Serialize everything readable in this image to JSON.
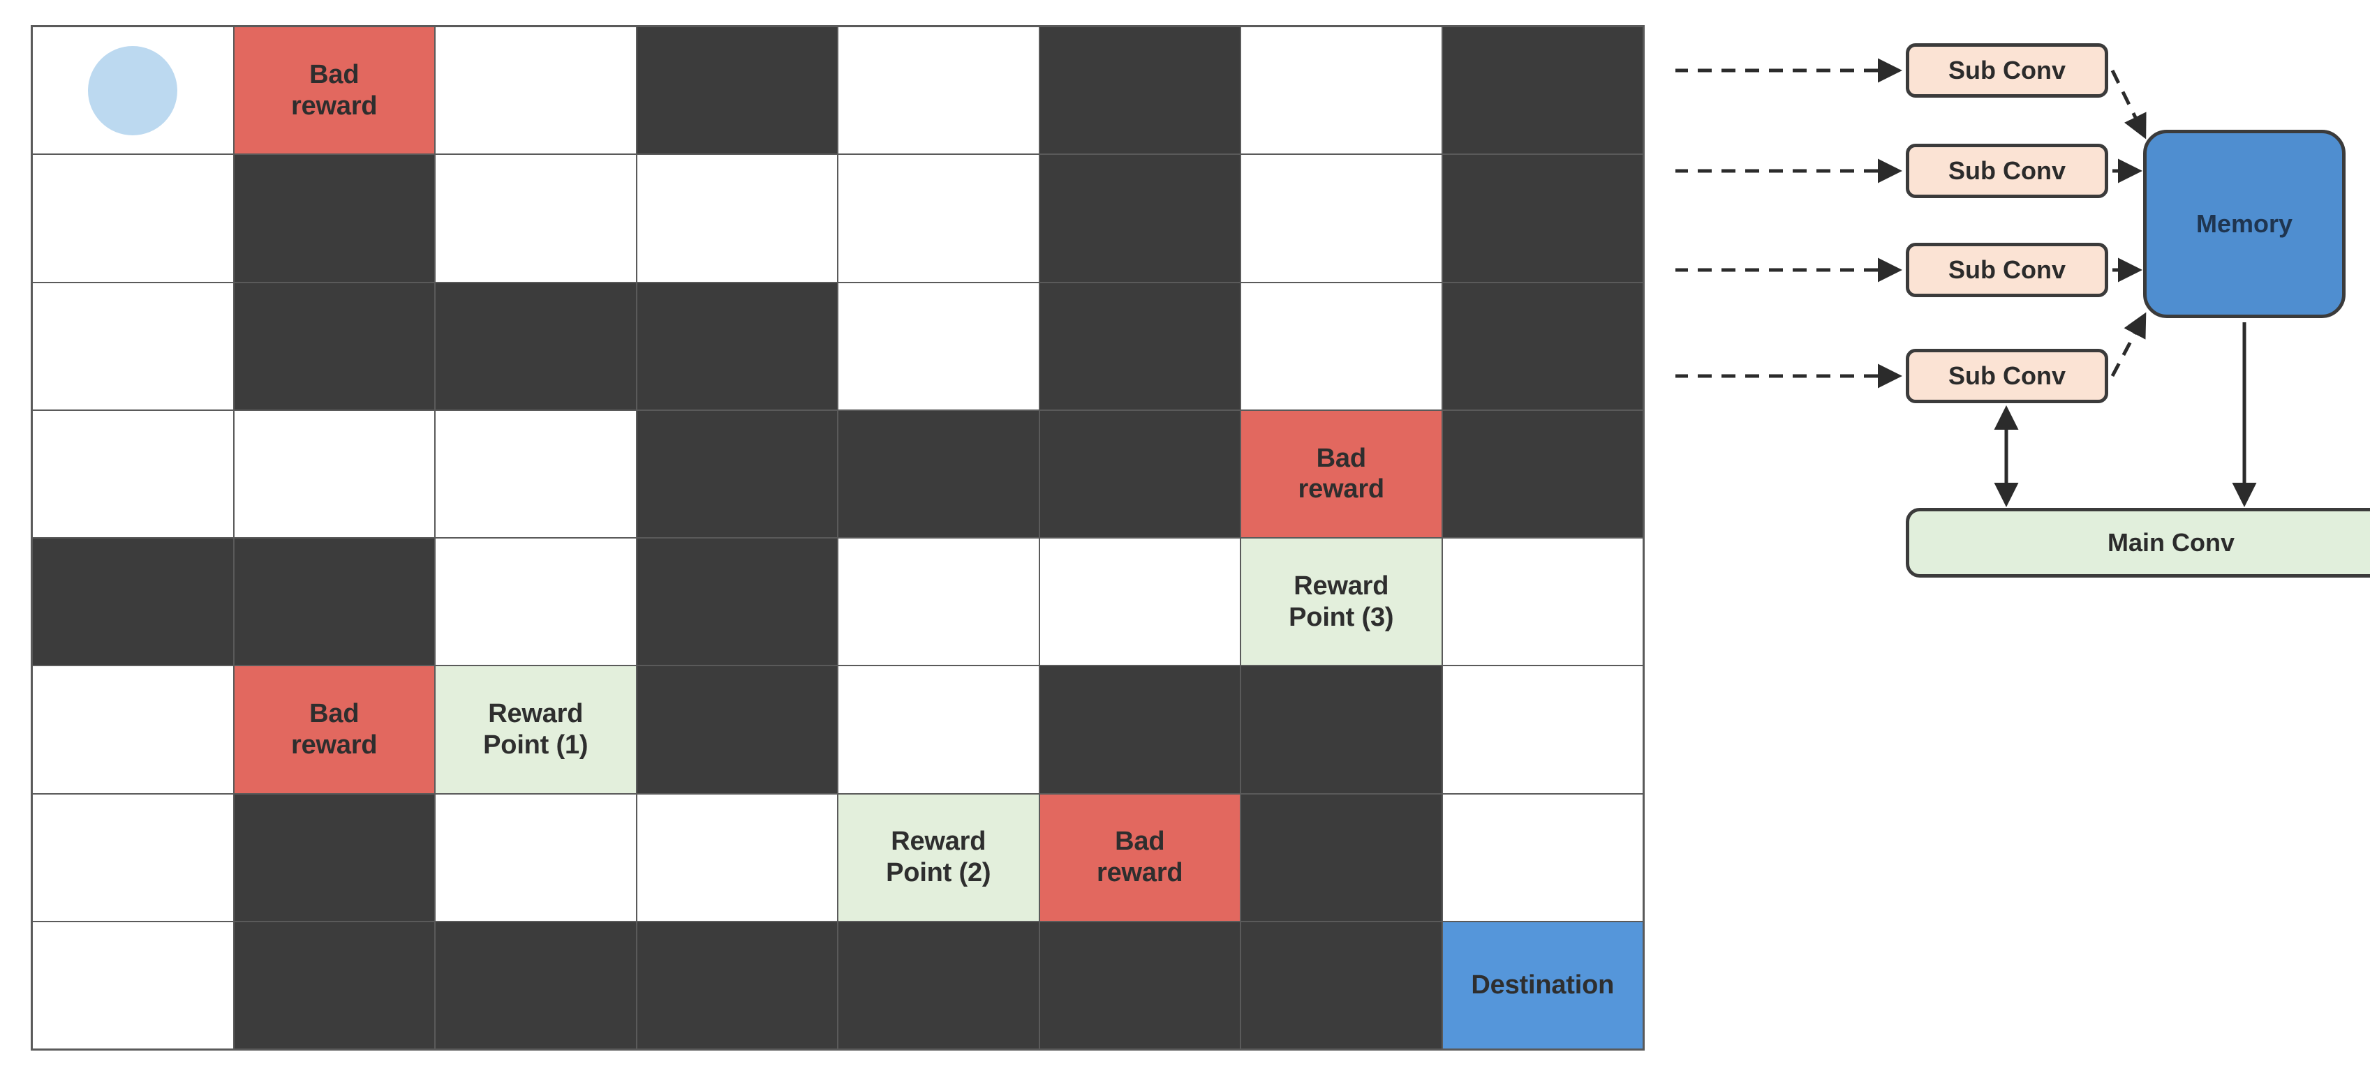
{
  "grid": {
    "rows": 8,
    "cols": 8,
    "colors": {
      "free": "#ffffff",
      "wall": "#3c3c3c",
      "bad_reward": "#e2685f",
      "reward_point": "#e3efdc",
      "destination": "#5596da",
      "agent": "#bcd9f0",
      "border": "#5a5a5a"
    },
    "labels": {
      "bad_reward": "Bad\nreward",
      "reward_point_1": "Reward\nPoint (1)",
      "reward_point_2": "Reward\nPoint (2)",
      "reward_point_3": "Reward\nPoint (3)",
      "destination": "Destination",
      "agent": ""
    },
    "cells": [
      [
        {
          "type": "free",
          "marker": "agent",
          "label": ""
        },
        {
          "type": "bad",
          "label": "Bad\nreward"
        },
        {
          "type": "free",
          "label": ""
        },
        {
          "type": "wall",
          "label": ""
        },
        {
          "type": "free",
          "label": ""
        },
        {
          "type": "wall",
          "label": ""
        },
        {
          "type": "free",
          "label": ""
        },
        {
          "type": "wall",
          "label": ""
        }
      ],
      [
        {
          "type": "free",
          "label": ""
        },
        {
          "type": "wall",
          "label": ""
        },
        {
          "type": "free",
          "label": ""
        },
        {
          "type": "free",
          "label": ""
        },
        {
          "type": "free",
          "label": ""
        },
        {
          "type": "wall",
          "label": ""
        },
        {
          "type": "free",
          "label": ""
        },
        {
          "type": "wall",
          "label": ""
        }
      ],
      [
        {
          "type": "free",
          "label": ""
        },
        {
          "type": "wall",
          "label": ""
        },
        {
          "type": "wall",
          "label": ""
        },
        {
          "type": "wall",
          "label": ""
        },
        {
          "type": "free",
          "label": ""
        },
        {
          "type": "wall",
          "label": ""
        },
        {
          "type": "free",
          "label": ""
        },
        {
          "type": "wall",
          "label": ""
        }
      ],
      [
        {
          "type": "free",
          "label": ""
        },
        {
          "type": "free",
          "label": ""
        },
        {
          "type": "free",
          "label": ""
        },
        {
          "type": "wall",
          "label": ""
        },
        {
          "type": "wall",
          "label": ""
        },
        {
          "type": "wall",
          "label": ""
        },
        {
          "type": "bad",
          "label": "Bad\nreward"
        },
        {
          "type": "wall",
          "label": ""
        }
      ],
      [
        {
          "type": "wall",
          "label": ""
        },
        {
          "type": "wall",
          "label": ""
        },
        {
          "type": "free",
          "label": ""
        },
        {
          "type": "wall",
          "label": ""
        },
        {
          "type": "free",
          "label": ""
        },
        {
          "type": "free",
          "label": ""
        },
        {
          "type": "reward",
          "label": "Reward\nPoint (3)"
        },
        {
          "type": "free",
          "label": ""
        }
      ],
      [
        {
          "type": "free",
          "label": ""
        },
        {
          "type": "bad",
          "label": "Bad\nreward"
        },
        {
          "type": "reward",
          "label": "Reward\nPoint (1)"
        },
        {
          "type": "wall",
          "label": ""
        },
        {
          "type": "free",
          "label": ""
        },
        {
          "type": "wall",
          "label": ""
        },
        {
          "type": "wall",
          "label": ""
        },
        {
          "type": "free",
          "label": ""
        }
      ],
      [
        {
          "type": "free",
          "label": ""
        },
        {
          "type": "wall",
          "label": ""
        },
        {
          "type": "free",
          "label": ""
        },
        {
          "type": "free",
          "label": ""
        },
        {
          "type": "reward",
          "label": "Reward\nPoint (2)"
        },
        {
          "type": "bad",
          "label": "Bad\nreward"
        },
        {
          "type": "wall",
          "label": ""
        },
        {
          "type": "free",
          "label": ""
        }
      ],
      [
        {
          "type": "free",
          "label": ""
        },
        {
          "type": "wall",
          "label": ""
        },
        {
          "type": "wall",
          "label": ""
        },
        {
          "type": "wall",
          "label": ""
        },
        {
          "type": "wall",
          "label": ""
        },
        {
          "type": "wall",
          "label": ""
        },
        {
          "type": "wall",
          "label": ""
        },
        {
          "type": "dest",
          "label": "Destination"
        }
      ]
    ]
  },
  "diagram": {
    "nodes": {
      "sub_conv_1": "Sub Conv",
      "sub_conv_2": "Sub Conv",
      "sub_conv_3": "Sub Conv",
      "sub_conv_4": "Sub Conv",
      "memory": "Memory",
      "main_conv": "Main Conv"
    },
    "colors": {
      "sub_conv": "#fbe3d4",
      "memory": "#4f8ed0",
      "main_conv": "#e1efdc",
      "stroke": "#3b3b3b"
    },
    "edges": [
      {
        "from": "grid",
        "to": "sub_conv_1",
        "style": "dashed",
        "arrow": "both"
      },
      {
        "from": "grid",
        "to": "sub_conv_2",
        "style": "dashed",
        "arrow": "both"
      },
      {
        "from": "grid",
        "to": "sub_conv_3",
        "style": "dashed",
        "arrow": "both"
      },
      {
        "from": "grid",
        "to": "sub_conv_4",
        "style": "dashed",
        "arrow": "both"
      },
      {
        "from": "sub_conv_1",
        "to": "memory",
        "style": "dashed",
        "arrow": "end"
      },
      {
        "from": "sub_conv_2",
        "to": "memory",
        "style": "dashed",
        "arrow": "end"
      },
      {
        "from": "sub_conv_3",
        "to": "memory",
        "style": "dashed",
        "arrow": "end"
      },
      {
        "from": "sub_conv_4",
        "to": "memory",
        "style": "dashed",
        "arrow": "end"
      },
      {
        "from": "main_conv",
        "to": "sub_conv_4",
        "style": "solid",
        "arrow": "both"
      },
      {
        "from": "memory",
        "to": "main_conv",
        "style": "solid",
        "arrow": "end"
      }
    ]
  }
}
